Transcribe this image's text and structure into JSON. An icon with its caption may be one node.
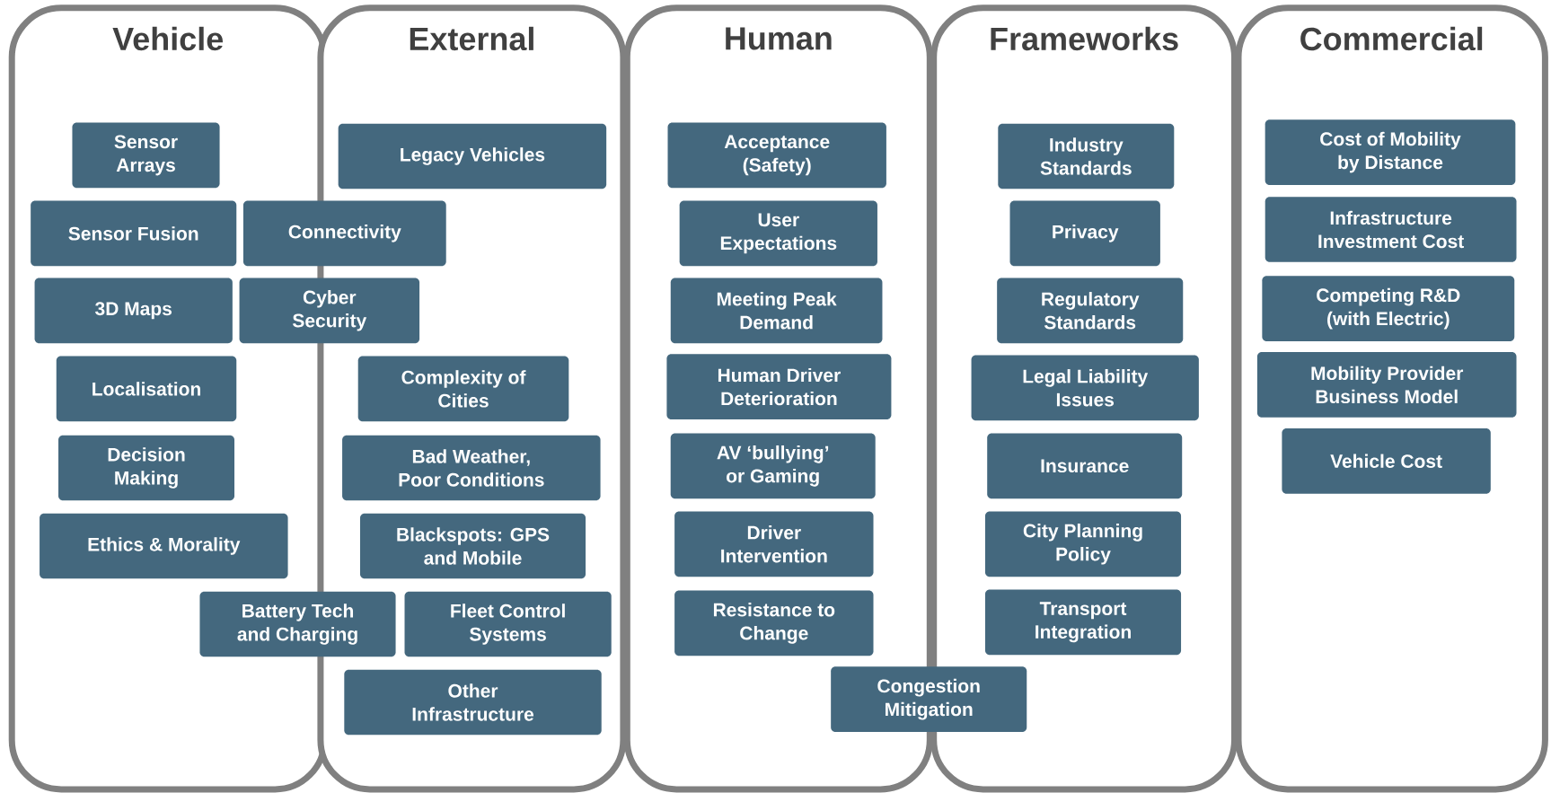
{
  "diagram": {
    "nodes": [
      {
        "text": [
          "Vehicle"
        ]
      },
      {
        "text": [
          "External"
        ]
      },
      {
        "text": [
          "Human"
        ]
      },
      {
        "text": [
          "Frameworks"
        ]
      },
      {
        "text": [
          "Commercial"
        ]
      },
      {
        "text": [
          "Sensor Arrays"
        ],
        "in": 0
      },
      {
        "text": [
          "Sensor Fusion"
        ],
        "in": 0
      },
      {
        "text": [
          "3D Maps"
        ],
        "in": 0
      },
      {
        "text": [
          "Localisation"
        ],
        "in": 0
      },
      {
        "text": [
          "Decision Making"
        ],
        "in": 0
      },
      {
        "text": [
          "Ethics & Morality"
        ],
        "in": 0
      },
      {
        "text": [
          "Legacy Vehicles"
        ],
        "in": 1
      },
      {
        "text": [
          "Connectivity"
        ]
      },
      {
        "text": [
          "Cyber Security"
        ]
      },
      {
        "text": [
          "Complexity of Cities"
        ],
        "in": 1
      },
      {
        "text": [
          "Bad Weather, Poor Conditions"
        ],
        "in": 1
      },
      {
        "text": [
          "Blackspots: GPS and Mobile"
        ],
        "in": 1
      },
      {
        "text": [
          "Battery Tech and Charging"
        ]
      },
      {
        "text": [
          "Fleet Control Systems"
        ],
        "in": 1
      },
      {
        "text": [
          "Other Infrastructure"
        ],
        "in": 1
      },
      {
        "text": [
          "Acceptance (Safety)"
        ],
        "in": 2
      },
      {
        "text": [
          "User Expectations"
        ],
        "in": 2
      },
      {
        "text": [
          "Meeting Peak Demand"
        ],
        "in": 2
      },
      {
        "text": [
          "Human Driver Deterioration"
        ],
        "in": 2
      },
      {
        "text": [
          "AV ‘bullying’ or Gaming"
        ],
        "in": 2
      },
      {
        "text": [
          "Driver Intervention"
        ],
        "in": 2
      },
      {
        "text": [
          "Resistance to Change"
        ],
        "in": 2
      },
      {
        "text": [
          "Congestion Mitigation"
        ]
      },
      {
        "text": [
          "Industry Standards"
        ],
        "in": 3
      },
      {
        "text": [
          "Privacy"
        ],
        "in": 3
      },
      {
        "text": [
          "Regulatory Standards"
        ],
        "in": 3
      },
      {
        "text": [
          "Legal Liability Issues"
        ],
        "in": 3
      },
      {
        "text": [
          "Insurance"
        ],
        "in": 3
      },
      {
        "text": [
          "City Planning Policy"
        ],
        "in": 3
      },
      {
        "text": [
          "Transport Integration"
        ],
        "in": 3
      },
      {
        "text": [
          "Cost of Mobility by Distance"
        ],
        "in": 4
      },
      {
        "text": [
          "Infrastructure Investment Cost"
        ],
        "in": 4
      },
      {
        "text": [
          "Competing R&D (with Electric)"
        ],
        "in": 4
      },
      {
        "text": [
          "Mobility Provider Business Model"
        ],
        "in": 4
      },
      {
        "text": [
          "Vehicle Cost"
        ],
        "in": 4
      }
    ]
  }
}
